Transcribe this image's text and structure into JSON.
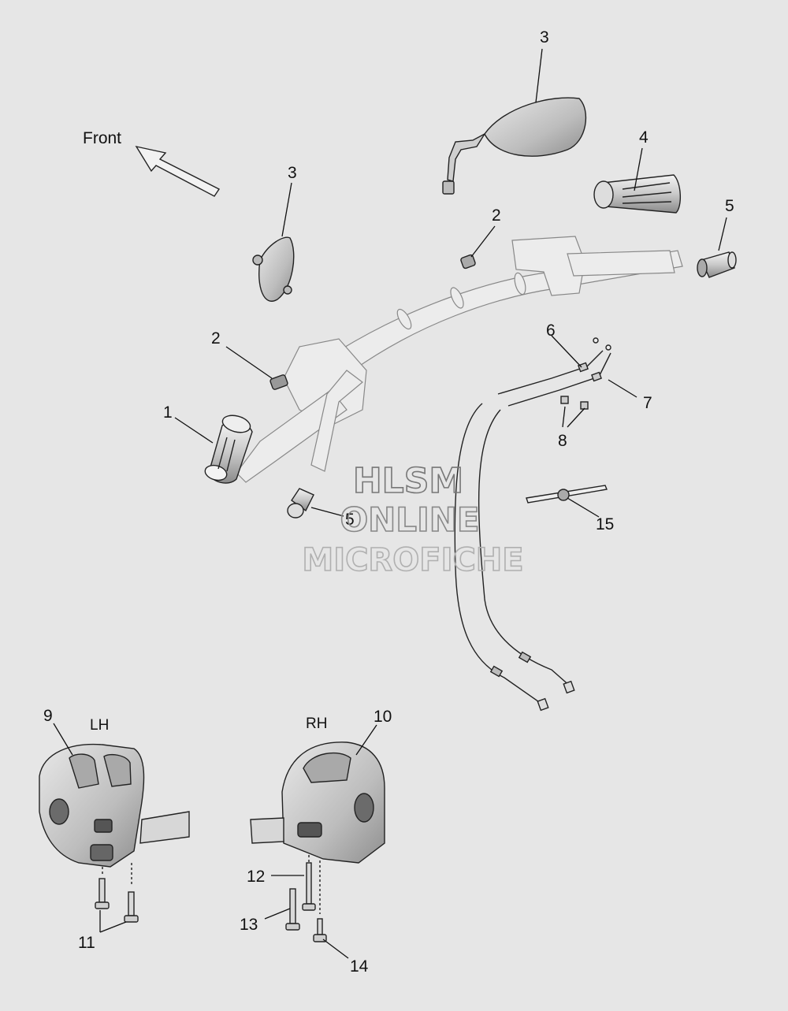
{
  "direction_label": "Front",
  "watermark": {
    "line1": "HLSM",
    "line2": "ONLINE",
    "line3": "MICROFICHE"
  },
  "side_labels": {
    "left": "LH",
    "right": "RH"
  },
  "callouts": {
    "c1": "1",
    "c2a": "2",
    "c2b": "2",
    "c3a": "3",
    "c3b": "3",
    "c4": "4",
    "c5a": "5",
    "c5b": "5",
    "c6": "6",
    "c7": "7",
    "c8": "8",
    "c9": "9",
    "c10": "10",
    "c11": "11",
    "c12": "12",
    "c13": "13",
    "c14": "14",
    "c15": "15"
  }
}
